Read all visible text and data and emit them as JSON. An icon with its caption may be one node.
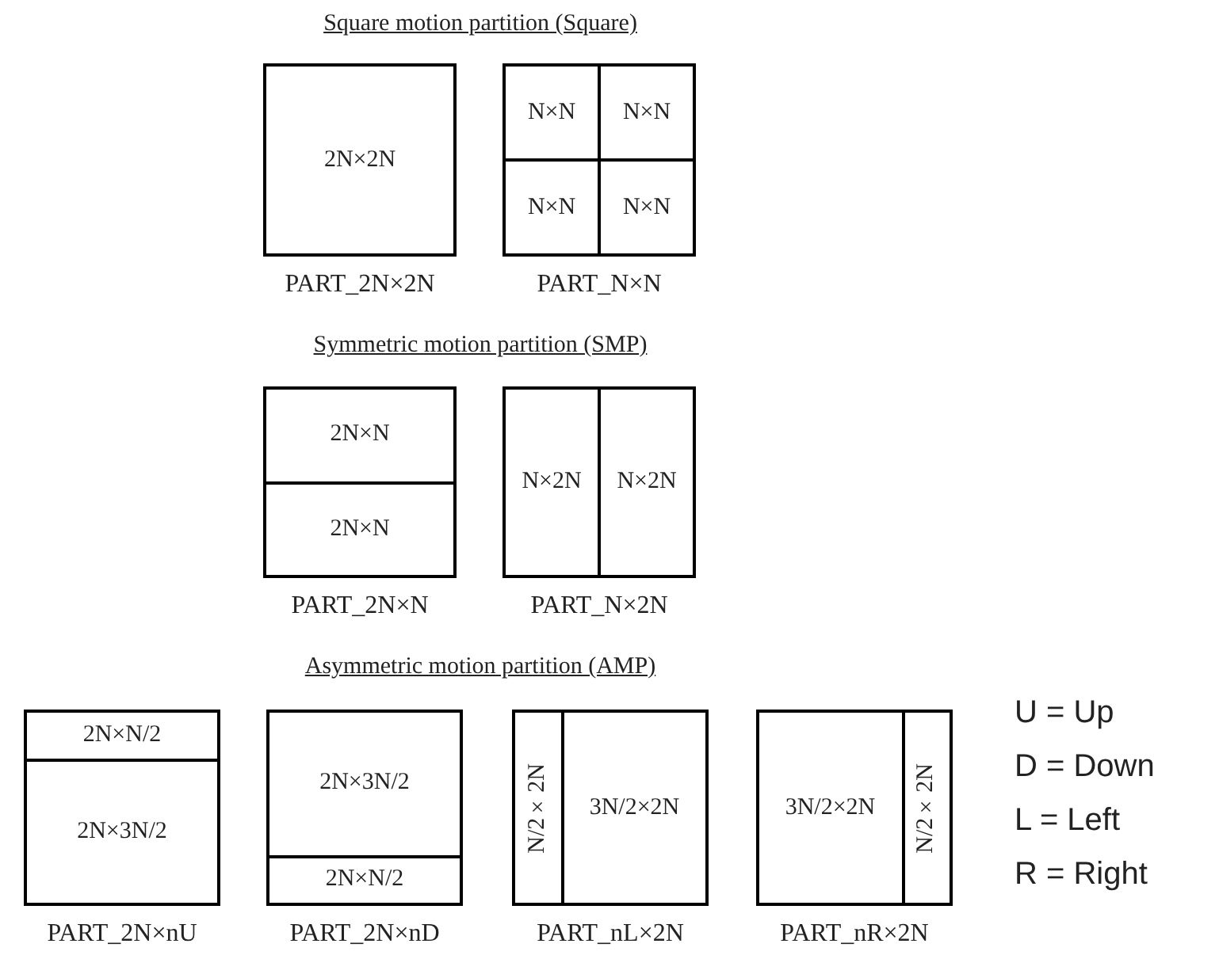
{
  "diagram": {
    "nodes": [
      {
        "text": [
          "2N×2N"
        ],
        "beside": [
          "PART_2N×2N"
        ]
      },
      {
        "text": [],
        "shape": "box",
        "beside": [
          "PART_N×N"
        ]
      },
      {
        "text": [
          "N×N"
        ],
        "in": 1
      },
      {
        "text": [
          "N×N"
        ],
        "in": 1
      },
      {
        "text": [
          "N×N"
        ],
        "in": 1
      },
      {
        "text": [
          "N×N"
        ],
        "in": 1
      },
      {
        "text": [],
        "shape": "box",
        "beside": [
          "PART_2N×N"
        ]
      },
      {
        "text": [
          "2N×N"
        ],
        "in": 6
      },
      {
        "text": [
          "2N×N"
        ],
        "in": 6
      },
      {
        "text": [],
        "shape": "box",
        "beside": [
          "PART_N×2N"
        ]
      },
      {
        "text": [
          "N×2N"
        ],
        "in": 9
      },
      {
        "text": [
          "N×2N"
        ],
        "in": 9
      },
      {
        "text": [],
        "shape": "box",
        "beside": [
          "PART_2N×nU"
        ]
      },
      {
        "text": [
          "2N×N/2"
        ],
        "in": 12
      },
      {
        "text": [
          "2N×3N/2"
        ],
        "in": 12
      },
      {
        "text": [],
        "shape": "box",
        "beside": [
          "PART_2N×nD"
        ]
      },
      {
        "text": [
          "2N×3N/2"
        ],
        "in": 15
      },
      {
        "text": [
          "2N×N/2"
        ],
        "in": 15
      },
      {
        "text": [],
        "shape": "box",
        "beside": [
          "PART_nL×2N"
        ]
      },
      {
        "text": [
          "N/2×2N"
        ],
        "in": 18
      },
      {
        "text": [
          "3N/2×2N"
        ],
        "in": 18
      },
      {
        "text": [],
        "shape": "box",
        "beside": [
          "PART_nR×2N"
        ]
      },
      {
        "text": [
          "3N/2×2N"
        ],
        "in": 21
      },
      {
        "text": [
          "N/2×2N"
        ],
        "in": 21
      }
    ],
    "edges": [],
    "labels": [
      "Square motion partition (Square)",
      "Symmetric motion partition (SMP)",
      "Asymmetric motion partition (AMP)",
      "U = Up",
      "D = Down",
      "L = Left",
      "R = Right"
    ]
  }
}
